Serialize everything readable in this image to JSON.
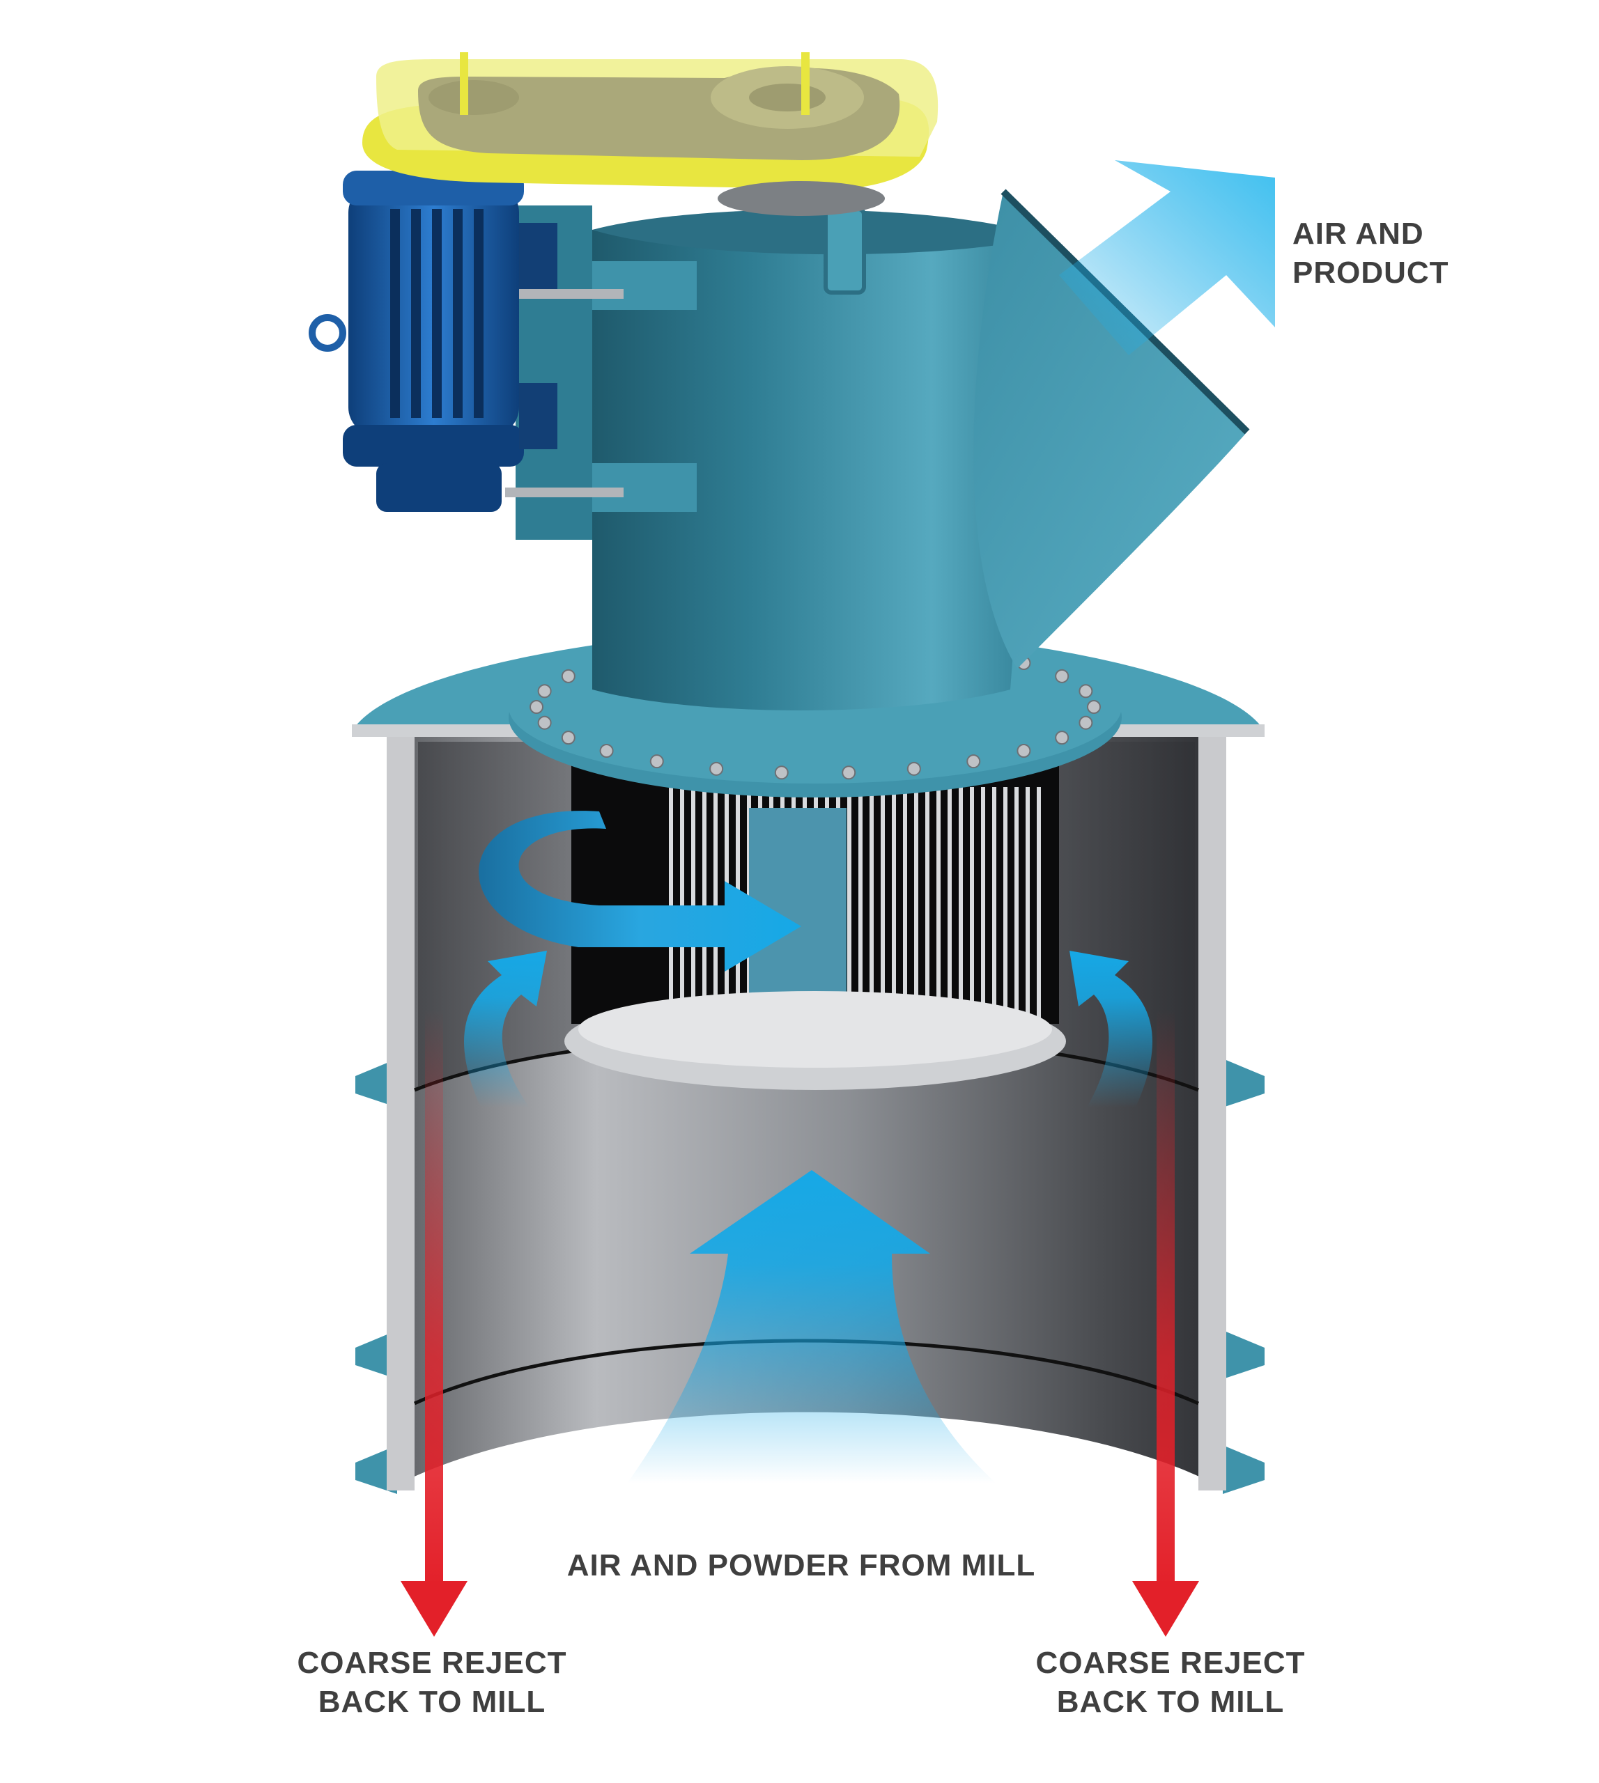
{
  "labels": {
    "air_product_line1": "AIR AND",
    "air_product_line2": "PRODUCT",
    "air_powder": "AIR AND POWDER FROM MILL",
    "coarse_left_line1": "COARSE REJECT",
    "coarse_left_line2": "BACK TO MILL",
    "coarse_right_line1": "COARSE REJECT",
    "coarse_right_line2": "BACK TO MILL"
  },
  "colors": {
    "housing_teal": "#3f93aa",
    "motor_blue": "#1e5fa8",
    "belt_guard_yellow": "#e8e640",
    "airflow_blue": "#16a8e6",
    "reject_red": "#e32029",
    "steel_grey": "#8a8d92",
    "text": "#3f3f3f"
  },
  "icons": {
    "motor": "electric-motor-icon",
    "belt": "belt-drive-icon",
    "rotor": "classifier-rotor-icon"
  }
}
